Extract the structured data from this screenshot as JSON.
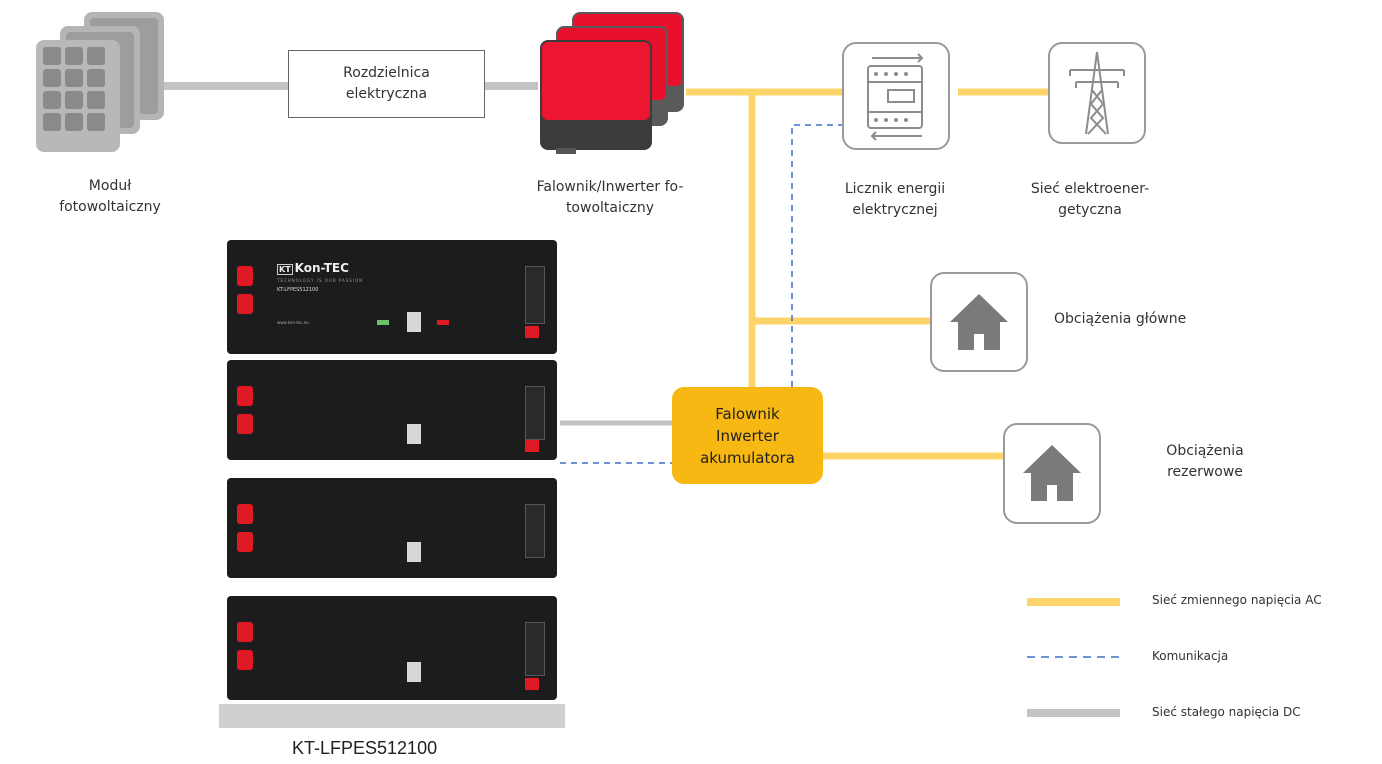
{
  "nodes": {
    "pv_module": "Moduł\nfotowoltaiczny",
    "switchboard": "Rozdzielnica\nelektryczna",
    "pv_inverter": "Falownik/Inwerter fo-\ntowoltaiczny",
    "energy_meter": "Licznik energii\nelektrycznej",
    "grid": "Sieć elektroener-\ngetyczna",
    "main_loads": "Obciążenia główne",
    "backup_loads": "Obciążenia\nrezerwowe",
    "battery_inverter": "Falownik\nInwerter\nakumulatora",
    "battery_model": "KT-LFPES512100"
  },
  "battery_unit": {
    "brand": "Kon-TEC",
    "brand_badge": "KT",
    "tagline": "TECHNOLOGY IS OUR PASSION",
    "model": "KT-LFPES512100",
    "website": "www.kon-tec.eu"
  },
  "legend": {
    "ac": "Sieć zmiennego napięcia AC",
    "comm": "Komunikacja",
    "dc": "Sieć stałego napięcia DC"
  },
  "colors": {
    "ac_line": "#fcd46a",
    "dc_line": "#c3c3c3",
    "comm_line": "#3a6ec4",
    "battery_inverter_fill": "#f7b814",
    "pv_inverter_red": "#e8102c"
  }
}
